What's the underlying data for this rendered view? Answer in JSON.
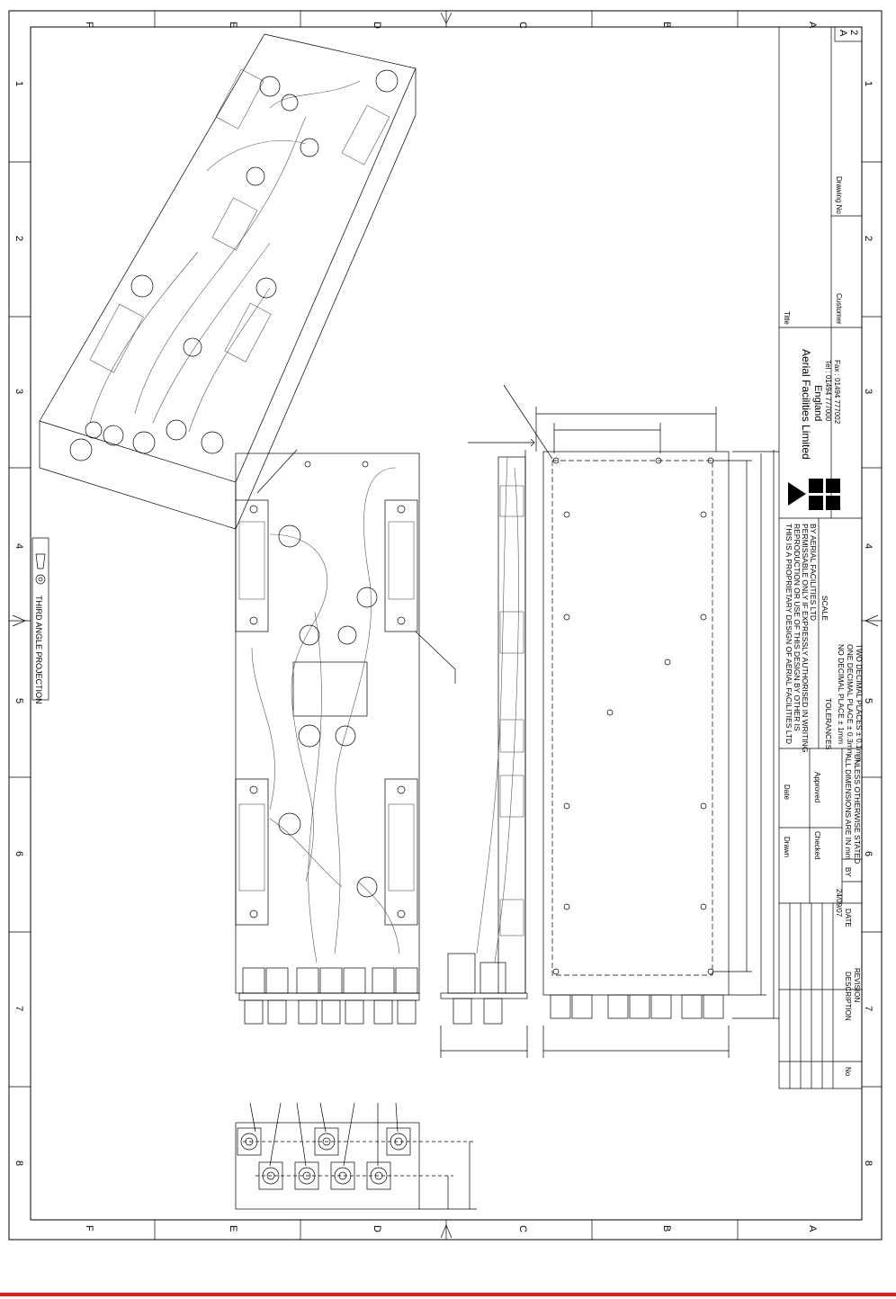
{
  "zone_columns_top": [
    "F",
    "E",
    "D",
    "C",
    "B",
    "A"
  ],
  "zone_columns_bottom": [
    "F",
    "E",
    "D",
    "C",
    "B",
    "A"
  ],
  "zone_rows": [
    "1",
    "2",
    "3",
    "4",
    "5",
    "6",
    "7",
    "8"
  ],
  "projection_label": "THIRD ANGLE PROJECTION",
  "sheet": {
    "size": "A",
    "number": "2"
  },
  "company": {
    "name": "Aerial Facilities Limited",
    "country": "England",
    "tel": "Tel : 01494 777000",
    "fax": "Fax : 01494 777002"
  },
  "title_block": {
    "title_label": "Title",
    "customer_label": "Customer",
    "drawing_no_label": "Drawing No",
    "scale_label": "SCALE"
  },
  "proprietary_notice": [
    "THIS IS A PROPRIETARY DESIGN OF AERIAL FACILITIES LTD",
    "REPRODUCTION OR USE OF THIS DESIGN BY OTHER IS",
    "PERMISSABLE ONLY IF EXPRESSLY AUTHORISED IN WRITING",
    "BY AERIAL FACILITIES LTD"
  ],
  "tolerances": {
    "heading": "TOLERANCES",
    "lines": [
      "NO DECIMAL PLACE ±  1mm",
      "ONE DECIMAL PLACE ±  0.3mm",
      "TWO DECIMAL PLACES ±  0.1mm"
    ]
  },
  "dimension_note": [
    "ALL DIMENSIONS ARE IN mm",
    "UNLESS OTHERWISE STATED"
  ],
  "approvals": {
    "drawn": "Drawn",
    "date": "Date",
    "checked": "Checked",
    "approved": "Approved"
  },
  "revision": {
    "no_label": "No",
    "description_label": "DESCRIPTION",
    "revision_label": "REVISION",
    "date_label": "DATE",
    "by_label": "BY",
    "date_value": "24/09/07"
  },
  "colors": {
    "footer_rule": "#e0201c",
    "line": "#000000"
  }
}
